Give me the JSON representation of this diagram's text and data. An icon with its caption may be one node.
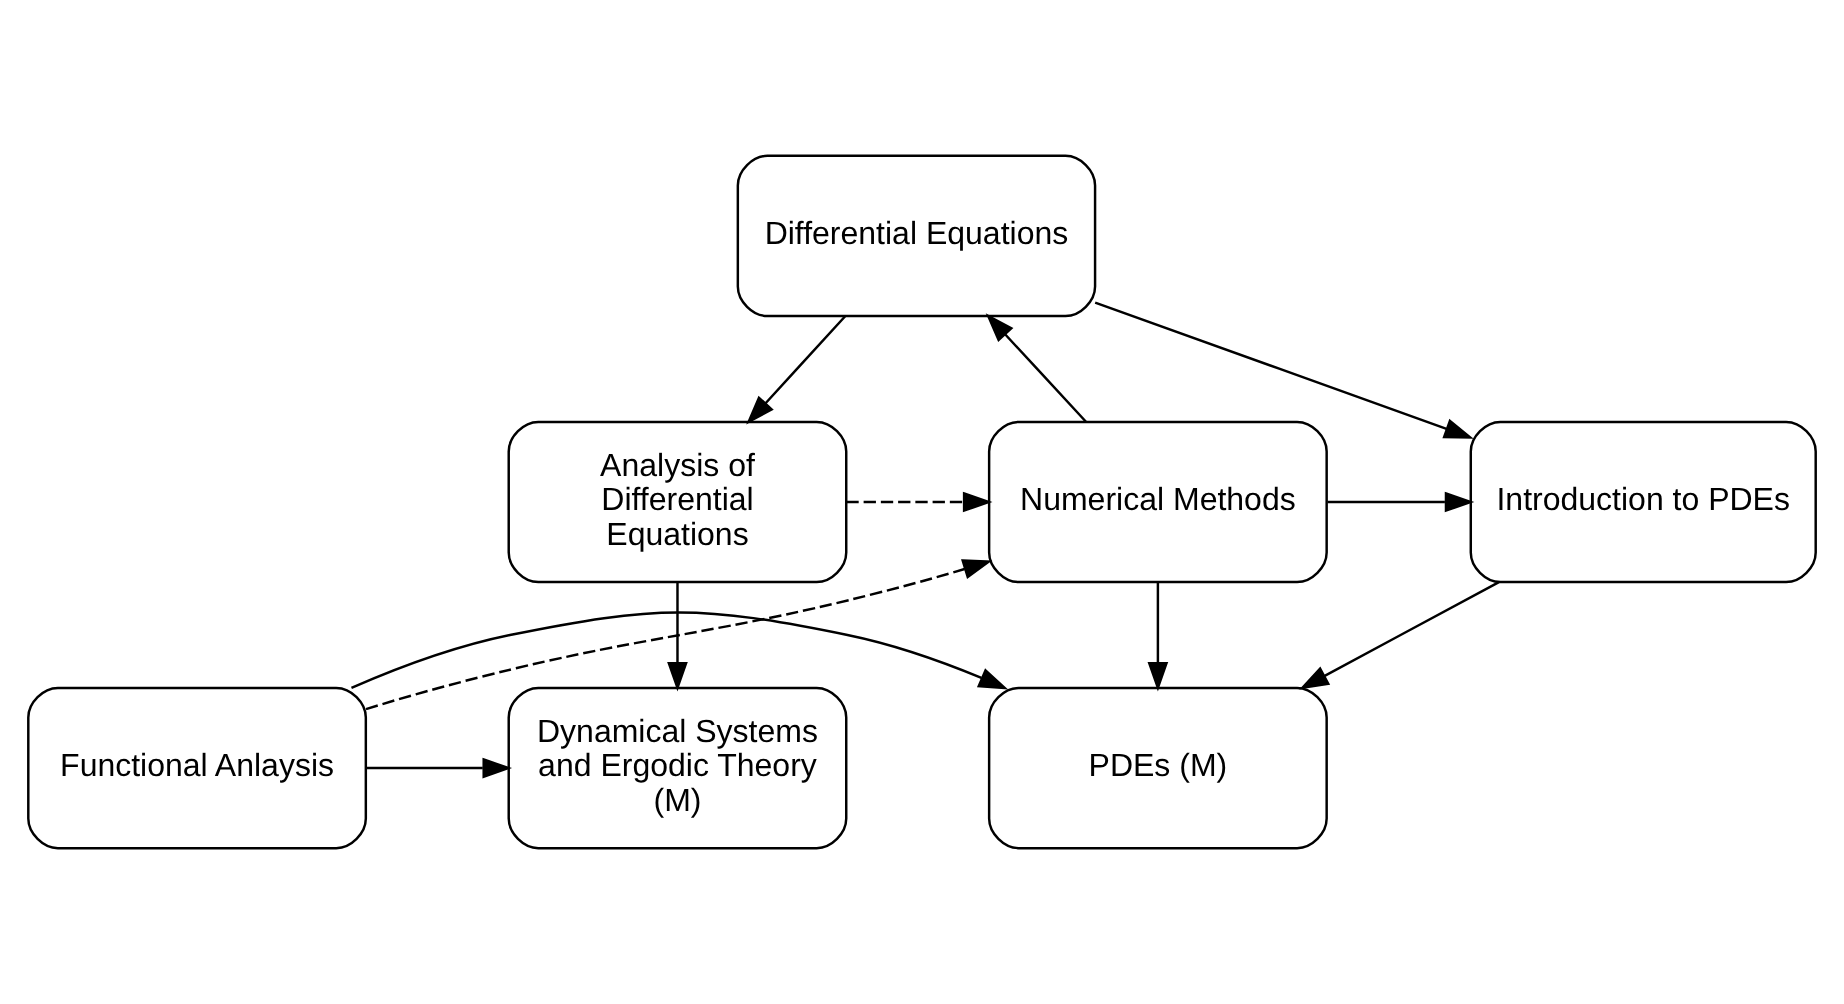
{
  "diagram": {
    "nodes": [
      {
        "text": [
          "Differential Equations"
        ]
      },
      {
        "text": [
          "Analysis of Differential Equations"
        ]
      },
      {
        "text": [
          "Numerical Methods"
        ]
      },
      {
        "text": [
          "Introduction to PDEs"
        ]
      },
      {
        "text": [
          "Dynamical Systems and Ergodic Theory (M)"
        ]
      },
      {
        "text": [
          "Functional Anlaysis"
        ]
      },
      {
        "text": [
          "PDEs (M)"
        ]
      }
    ],
    "edges": [
      {
        "from": 0,
        "to": 1,
        "arrow": "to"
      },
      {
        "from": 0,
        "to": 3,
        "arrow": "to"
      },
      {
        "from": 2,
        "to": 0,
        "arrow": "to"
      },
      {
        "from": 1,
        "to": 2,
        "arrow": "to",
        "style": "dashed"
      },
      {
        "from": 2,
        "to": 3,
        "arrow": "to"
      },
      {
        "from": 2,
        "to": 6,
        "arrow": "to"
      },
      {
        "from": 3,
        "to": 6,
        "arrow": "to"
      },
      {
        "from": 1,
        "to": 4,
        "arrow": "to"
      },
      {
        "from": 5,
        "to": 2,
        "arrow": "to",
        "style": "dashed"
      },
      {
        "from": 5,
        "to": 4,
        "arrow": "to"
      },
      {
        "from": 5,
        "to": 6,
        "arrow": "to"
      }
    ]
  }
}
